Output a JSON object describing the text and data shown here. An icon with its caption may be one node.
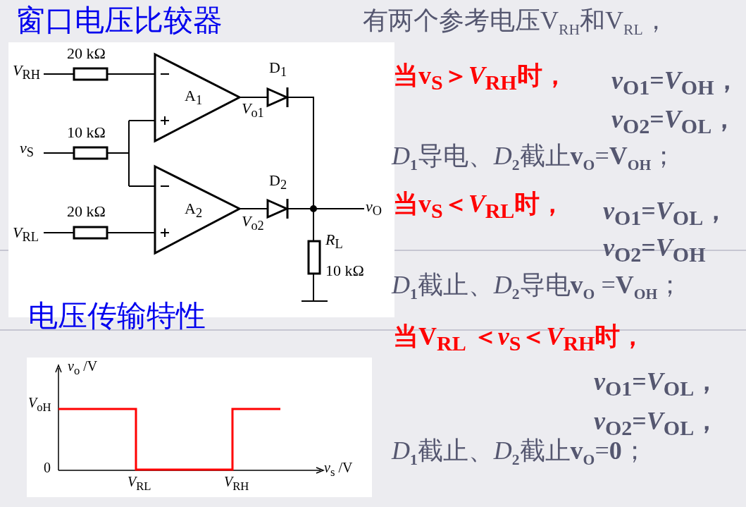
{
  "diagram": {
    "title": "窗口电压比较器",
    "labels": [
      "有两个参考电压V$_{RH}$和V$_{RL}$，",
      "*V*$_{RH}$",
      "20 kΩ",
      "D$_{1}$",
      "A$_{1}$",
      "*V*$_{o1}$",
      "当v$_{S}$＞*V*$_{RH}$时，",
      "*v*$_{O1}$=*V*$_{OH}$，",
      "*v*$_{O2}$=*V*$_{OL}$，",
      "10 kΩ",
      "*v*$_{S}$",
      "*D*$_{1}$导电、*D*$_{2}$截止**v**$_{O}$=**V**$_{OH}$；",
      "D$_{2}$",
      "A$_{2}$",
      "*v*$_{O}$",
      "当v$_{S}$＜*V*$_{RL}$时，",
      "*v*$_{O1}$=*V*$_{OL}$，",
      "20 kΩ",
      "*V*$_{RL}$",
      "*V*$_{o2}$",
      "*R*$_{L}$",
      "*v*$_{O2}$=*V*$_{OH}$",
      "10 kΩ",
      "*D*$_{1}$截止、*D*$_{2}$导电**v**$_{O}$ =**V**$_{OH}$；",
      "电压传输特性",
      "当V$_{RL}$ ＜*v*$_{S}$＜*V*$_{RH}$时，",
      "*v*$_{o}$ /V",
      "*v*$_{O1}$=*V*$_{OL}$，",
      "*V*$_{oH}$",
      "*v*$_{O2}$=*V*$_{OL}$，",
      "*D*$_{1}$截止、*D*$_{2}$截止**v**$_{O}$=**0**；",
      "0",
      "*v*$_{s}$ /V",
      "*V*$_{RL}$",
      "*V*$_{RH}$"
    ]
  }
}
